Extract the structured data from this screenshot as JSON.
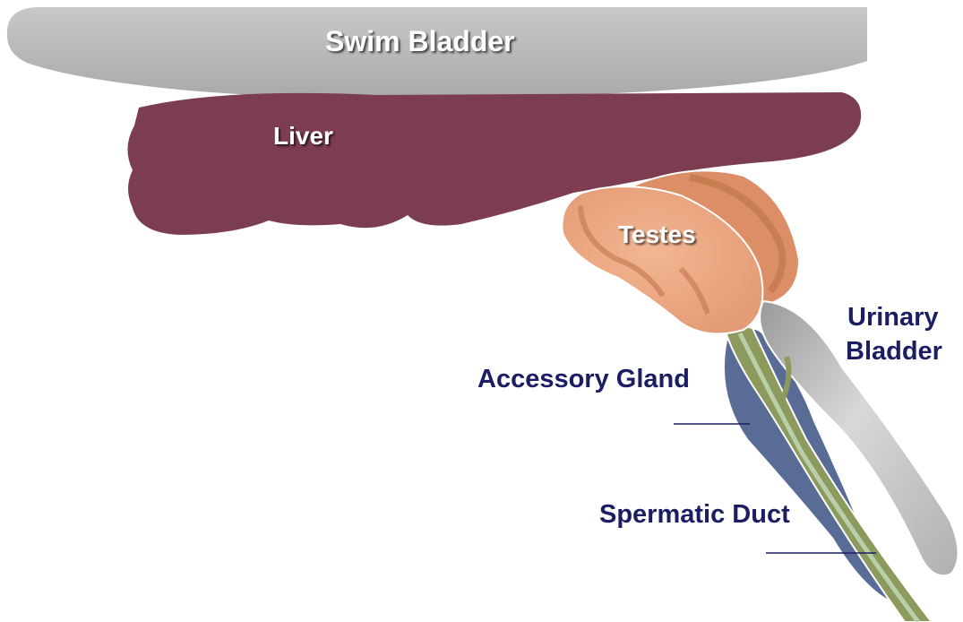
{
  "labels": {
    "swim_bladder": "Swim Bladder",
    "liver": "Liver",
    "testes": "Testes",
    "urinary_bladder_line1": "Urinary",
    "urinary_bladder_line2": "Bladder",
    "accessory_gland": "Accessory Gland",
    "spermatic_duct": "Spermatic Duct"
  },
  "colors": {
    "swim_bladder": "#b5b5b5",
    "liver": "#7d3d50",
    "testes": "#eba884",
    "testes_shading": "#c97e52",
    "urinary_bladder": "#c4c4c4",
    "accessory_gland": "#4a5f8c",
    "spermatic_duct": "#8c9a5e",
    "label_text": "#1c1e63"
  }
}
